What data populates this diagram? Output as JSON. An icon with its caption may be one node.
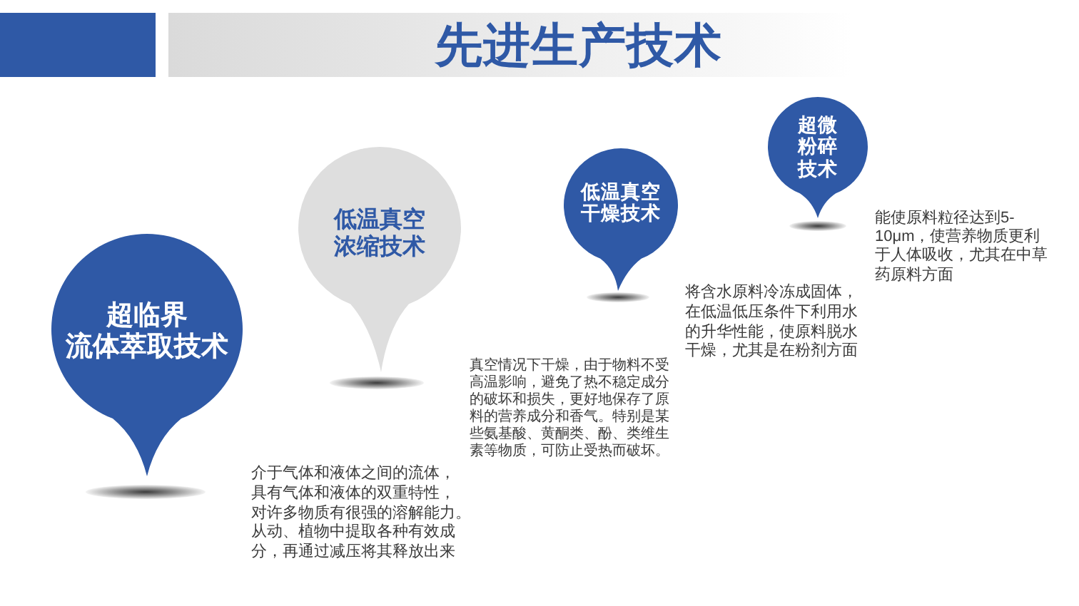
{
  "diagram": {
    "title": "先进生产技术",
    "nodes": [
      {
        "text": [
          "超临界流体萃取技术"
        ],
        "beside": [
          "介于气体和液体之间的流体，具有气体和液体的双重特性，对许多物质有很强的溶解能力。从动、植物中提取各种有效成分，再通过减压将其释放出来"
        ]
      },
      {
        "text": [
          "低温真空浓缩技术"
        ],
        "beside": [
          "真空情况下干燥，由于物料不受高温影响，避免了热不稳定成分的破坏和损失，更好地保存了原料的营养成分和香气。特别是某些氨基酸、黄酮类、酚、类维生素等物质，可防止受热而破坏。"
        ]
      },
      {
        "text": [
          "低温真空干燥技术"
        ],
        "beside": [
          "将含水原料冷冻成固体，在低温低压条件下利用水的升华性能，使原料脱水干燥，尤其是在粉剂方面"
        ]
      },
      {
        "text": [
          "超微粉碎技术"
        ],
        "beside": [
          "能使原料粒径达到5-10μm，使营养物质更利于人体吸收，尤其在中草药原料方面"
        ]
      }
    ]
  }
}
